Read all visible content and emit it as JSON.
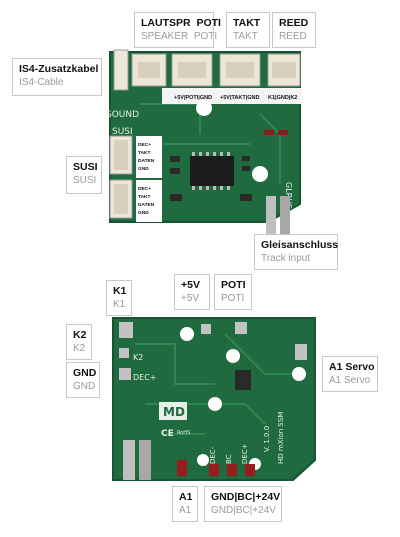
{
  "top_board": {
    "labels": {
      "lautspr": {
        "de": "LAUTSPR",
        "en": "SPEAKER"
      },
      "poti": {
        "de": "POTI",
        "en": "POTI"
      },
      "takt": {
        "de": "TAKT",
        "en": "TAKT"
      },
      "reed": {
        "de": "REED",
        "en": "REED"
      },
      "is4": {
        "de": "IS4-Zusatzkabel",
        "en": "IS4-Cable"
      },
      "susi": {
        "de": "SUSI",
        "en": "SUSI"
      },
      "gleis": {
        "de": "Gleisanschluss",
        "en": "Track input"
      }
    },
    "pinouts": {
      "poti": "+5V|POTI|GND",
      "takt": "+5V|TAKT|GND",
      "reed": "K1|GND|K2",
      "susi_lines": [
        "DEC+",
        "TAKT",
        "DATEN",
        "GND"
      ]
    },
    "silk": {
      "sound": "SOUND",
      "susi": "SUSI",
      "glrus": "GLRUS"
    }
  },
  "bottom_board": {
    "labels": {
      "k1": {
        "de": "K1",
        "en": "K1"
      },
      "plus5v": {
        "de": "+5V",
        "en": "+5V"
      },
      "poti": {
        "de": "POTI",
        "en": "POTI"
      },
      "k2": {
        "de": "K2",
        "en": "K2"
      },
      "gnd": {
        "de": "GND",
        "en": "GND"
      },
      "a1servo": {
        "de": "A1 Servo",
        "en": "A1 Servo"
      },
      "a1": {
        "de": "A1",
        "en": "A1"
      },
      "power": {
        "de": "GND|BC|+24V",
        "en": "GND|BC|+24V"
      }
    },
    "silk": {
      "k2": "K2",
      "dec": "DEC+",
      "dec_minus": "DEC-",
      "bc": "BC",
      "dec_plus": "DEC+",
      "version": "V. 1.0.0",
      "model": "HD mXion SSM",
      "logo": "MD",
      "ce": "CE",
      "rohs": "RoHS"
    }
  },
  "colors": {
    "pcb": "#1f6a3e",
    "pcb_dark": "#175432",
    "connector": "#ece6d7",
    "pad": "#c2c2c2",
    "label_border": "#c8c8c8"
  }
}
